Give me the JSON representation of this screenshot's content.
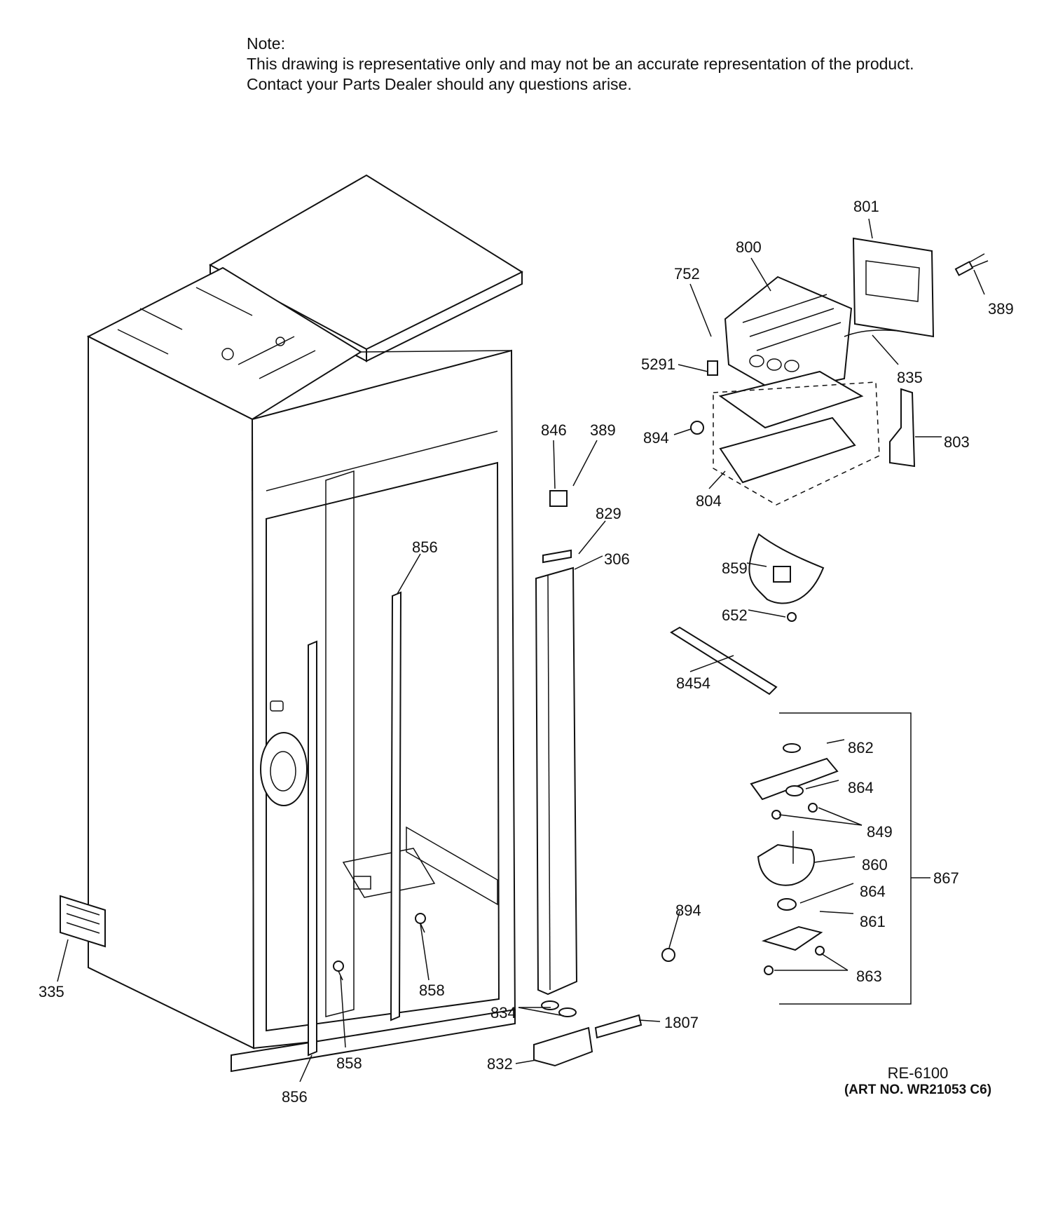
{
  "note": {
    "heading": "Note:",
    "line1": "This drawing is representative only and may not be an accurate representation of the product.",
    "line2": "Contact your Parts Dealer should any questions arise."
  },
  "callouts": [
    "801",
    "800",
    "752",
    "389",
    "5291",
    "835",
    "894",
    "803",
    "804",
    "846",
    "389",
    "829",
    "856",
    "306",
    "859",
    "652",
    "8454",
    "862",
    "864",
    "849",
    "860",
    "867",
    "864",
    "894",
    "861",
    "863",
    "335",
    "858",
    "834",
    "1807",
    "858",
    "832",
    "856"
  ],
  "reference": {
    "code": "RE-6100",
    "art_no": "(ART NO. WR21053 C6)"
  }
}
